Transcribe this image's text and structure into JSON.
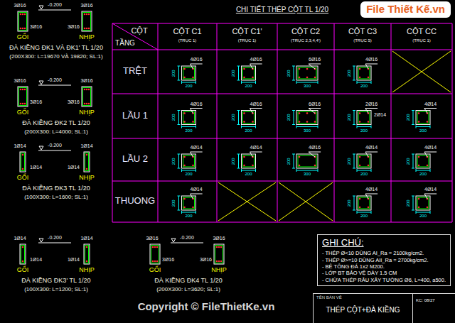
{
  "diagram": {
    "nodes": [
      {
        "text": [
          "File Thiết Kế.vn"
        ]
      },
      {
        "text": [
          "GHI CHÚ:",
          "- THÉP Ø<10 DÙNG AI_Ra = 2100kg/cm2.",
          "- THÉP Ø>=10 DÙNG AII_Ra = 2700kg/cm2.",
          "- BÊ TÔNG ĐÁ 1x2 M200.",
          "- LỚP BT BẢO VỆ DÀY 1.5 CM",
          "- CHỪA THÉP RÂU XÂY TƯỜNG Ø6, L=400, a500."
        ]
      },
      {
        "text": [
          "TÊN BẢN VẼ",
          "THÉP CỘT+ĐÀ KIỀNG"
        ]
      },
      {
        "text": [
          "KC: 08/27"
        ]
      }
    ],
    "labels": [
      "CHI TIẾT THÉP CỘT TL 1/20",
      "CỘT",
      "TẦNG",
      "CỘT C1",
      "(TRỤC 1)",
      "CỘT C1'",
      "(TRỤC 1)",
      "CỘT C2",
      "(TRỤC 2,3,4,4')",
      "CỘT C3",
      "(TRỤC 5)",
      "CỘT CC",
      "(TRỤC 1)",
      "TRỆT",
      "LẦU 1",
      "LẦU 2",
      "THUONG",
      "4Ø16",
      "200",
      "200",
      "4Ø16",
      "200",
      "200",
      "6Ø16",
      "300",
      "200",
      "4Ø16",
      "200",
      "200",
      "4Ø16",
      "200",
      "200",
      "4Ø16",
      "200",
      "200",
      "6Ø16",
      "300",
      "200",
      "2Ø16",
      "2Ø14",
      "200",
      "200",
      "4Ø14",
      "200",
      "200",
      "4Ø14",
      "200",
      "200",
      "4Ø14",
      "200",
      "200",
      "4Ø16",
      "300",
      "200",
      "4Ø14",
      "200",
      "200",
      "4Ø14",
      "200",
      "200",
      "4Ø14",
      "200",
      "200",
      "4Ø14",
      "200",
      "200",
      "4Ø14",
      "200",
      "200",
      "3Ø16",
      "-0.200",
      "3Ø16",
      "3Ø16",
      "3Ø16",
      "GỐI",
      "NHỊP",
      "ĐÀ KIỀNG ĐK1 VÀ ĐK1' TL 1/20",
      "(200X300: L=19670 VÀ 19820; SL:1)",
      "3Ø16",
      "-0.200",
      "3Ø16",
      "3Ø16",
      "3Ø16",
      "GỐI",
      "NHỊP",
      "ĐÀ KIỀNG ĐK2 TL 1/20",
      "(200X300: L=4000; SL:1)",
      "1Ø14",
      "-0.200",
      "1Ø14",
      "1Ø14",
      "1Ø14",
      "GỐI",
      "NHỊP",
      "ĐÀ KIỀNG ĐK3 TL 1/20",
      "(100X300: L=1600; SL:1)",
      "1Ø14",
      "-0.200",
      "1Ø14",
      "1Ø14",
      "1Ø14",
      "GỐI",
      "NHỊP",
      "ĐÀ KIỀNG ĐK3' TL 1/20",
      "(100X300: L=1200; SL:1)",
      "3Ø16",
      "-0.200",
      "3Ø16",
      "3Ø16",
      "3Ø16",
      "GỐI",
      "NHỊP",
      "ĐÀ KIỀNG ĐK4 TL 1/20",
      "(200X300: L=3620; SL:1)",
      "Copyright © FileThietKe.vn"
    ]
  }
}
